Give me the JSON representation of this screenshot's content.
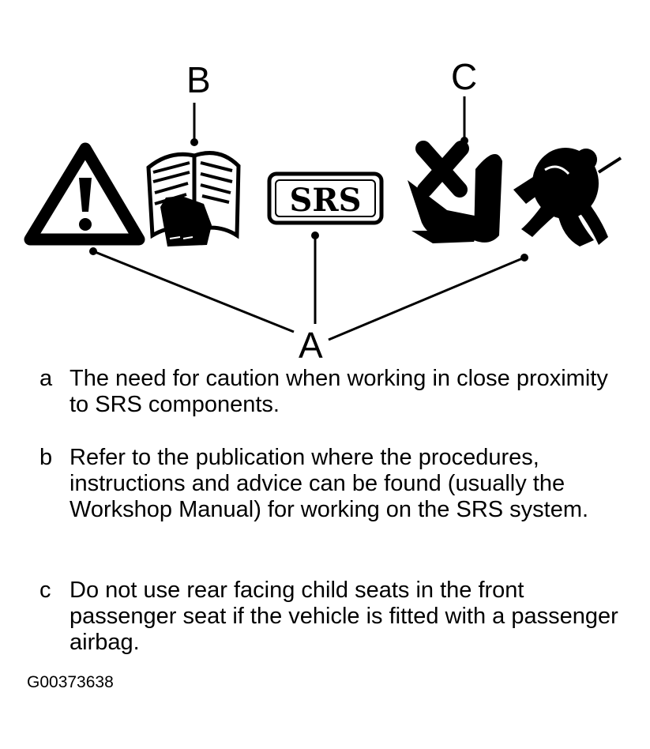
{
  "diagram": {
    "callouts": {
      "a": "A",
      "b": "B",
      "c": "C"
    },
    "srs_label": "SRS",
    "icons": [
      "warning-triangle-icon",
      "manual-book-icon",
      "srs-label-icon",
      "child-seat-crossed-icon",
      "airbag-occupant-icon"
    ]
  },
  "notes": [
    {
      "key": "a",
      "text": "The need for caution when working in close proximity to SRS components."
    },
    {
      "key": "b",
      "text": "Refer to the publication where the procedures, instructions and advice can be found (usually the Workshop Manual) for working on the SRS system."
    },
    {
      "key": "c",
      "text": "Do not use rear facing child seats in the front passenger seat if the vehicle is fitted with a passenger airbag."
    }
  ],
  "figure_id": "G00373638"
}
